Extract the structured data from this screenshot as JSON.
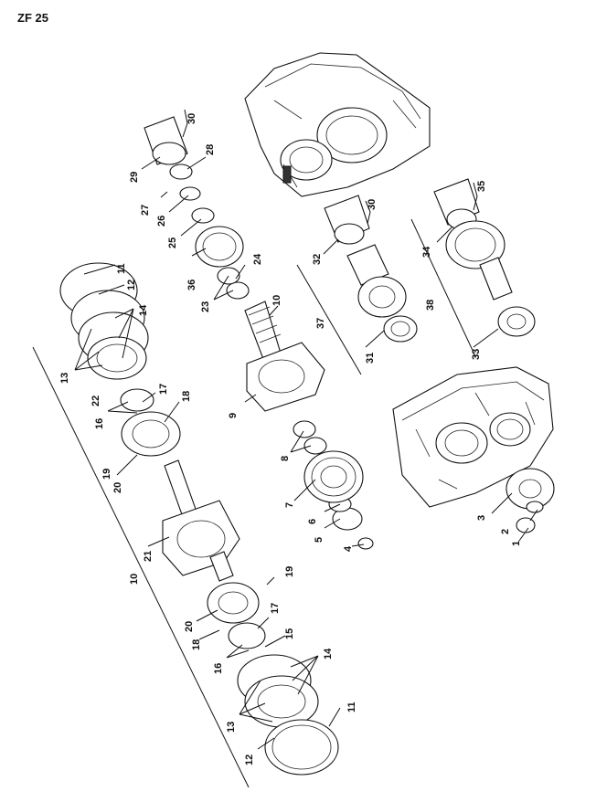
{
  "title": "ZF 25",
  "labels": [
    "1",
    "2",
    "3",
    "4",
    "5",
    "6",
    "7",
    "8",
    "9",
    "10",
    "11",
    "12",
    "13",
    "14",
    "16",
    "17",
    "18",
    "19",
    "20",
    "21",
    "22",
    "23",
    "24",
    "25",
    "26",
    "27",
    "28",
    "29",
    "30",
    "31",
    "32",
    "33",
    "34",
    "35",
    "36",
    "37",
    "38",
    "10",
    "11",
    "12",
    "13",
    "14",
    "15",
    "16",
    "17",
    "18",
    "19",
    "20",
    "30"
  ]
}
